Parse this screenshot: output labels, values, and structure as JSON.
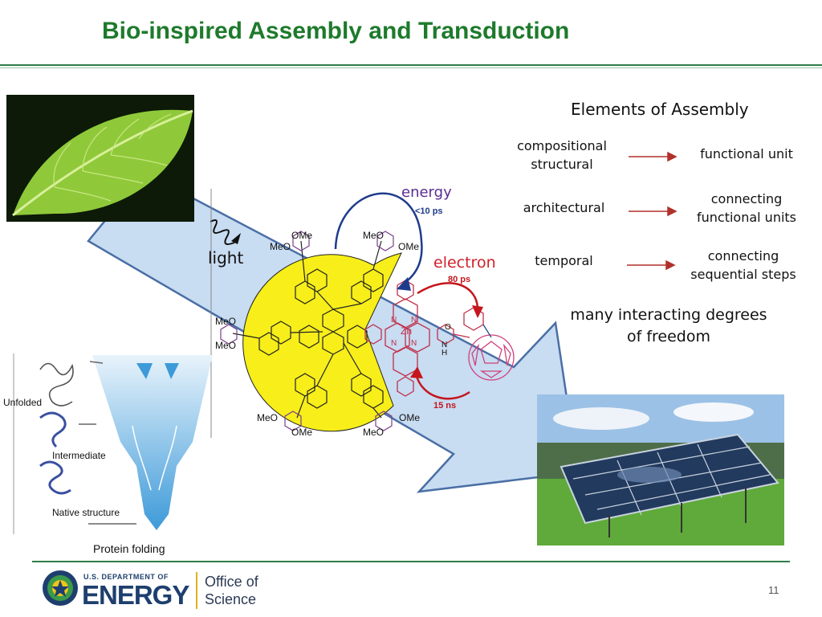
{
  "slide": {
    "title": "Bio-inspired Assembly and Transduction",
    "page_number": "11"
  },
  "assembly": {
    "heading": "Elements of Assembly",
    "rows": [
      {
        "left": "compositional\nstructural",
        "right": "functional unit"
      },
      {
        "left": "architectural",
        "right": "connecting\nfunctional units"
      },
      {
        "left": "temporal",
        "right": "connecting\nsequential steps"
      }
    ],
    "summary": "many interacting degrees\nof freedom"
  },
  "diagram": {
    "light_label": "light",
    "energy_label": "energy",
    "energy_time": "<10 ps",
    "electron_label": "electron",
    "electron_time": "80 ps",
    "back_time": "15 ns",
    "substituents": [
      "MeO",
      "OMe",
      "MeO",
      "OMe",
      "MeO",
      "MeO",
      "MeO",
      "OMe",
      "MeO",
      "OMe"
    ],
    "metal": "Zn",
    "n_labels": [
      "N",
      "N",
      "N",
      "N"
    ],
    "amide_labels": [
      "O",
      "N",
      "H"
    ]
  },
  "folding": {
    "states": [
      "Unfolded",
      "Intermediate",
      "Native structure"
    ],
    "caption": "Protein folding"
  },
  "footer": {
    "doe_line1": "U.S. DEPARTMENT OF",
    "doe_line2": "ENERGY",
    "office_line1": "Office of",
    "office_line2": "Science"
  },
  "colors": {
    "title_green": "#1e7a2c",
    "arrow_fill": "#c8dcf2",
    "arrow_stroke": "#4a6fa5",
    "energy_text": "#5a2d91",
    "electron_text": "#d0202a",
    "yellow_disk": "#f7ee1a",
    "doe_navy": "#1e3f6e"
  }
}
